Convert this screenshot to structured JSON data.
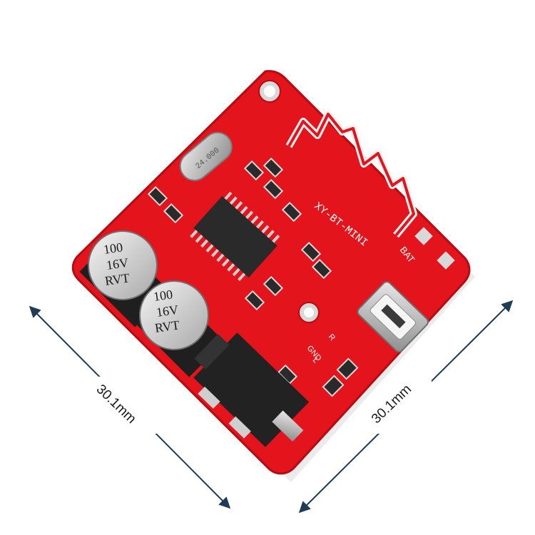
{
  "board": {
    "silkscreen_name": "XY-BT-MINI",
    "crystal_marking": "24.000",
    "batt_label": "BAT",
    "pin_labels": [
      "GND",
      "L",
      "R"
    ],
    "capacitors": [
      {
        "value": "100",
        "voltage": "16V",
        "brand": "RVT"
      },
      {
        "value": "100",
        "voltage": "16V",
        "brand": "RVT"
      }
    ],
    "colors": {
      "pcb": "#e3141b",
      "pcb_dark": "#b40c12",
      "pad": "#d8d8d8",
      "chip": "#2a2a2a"
    }
  },
  "dimensions": {
    "left_label": "30.1mm",
    "right_label": "30.1mm",
    "arrow_color": "#1f3b57"
  }
}
